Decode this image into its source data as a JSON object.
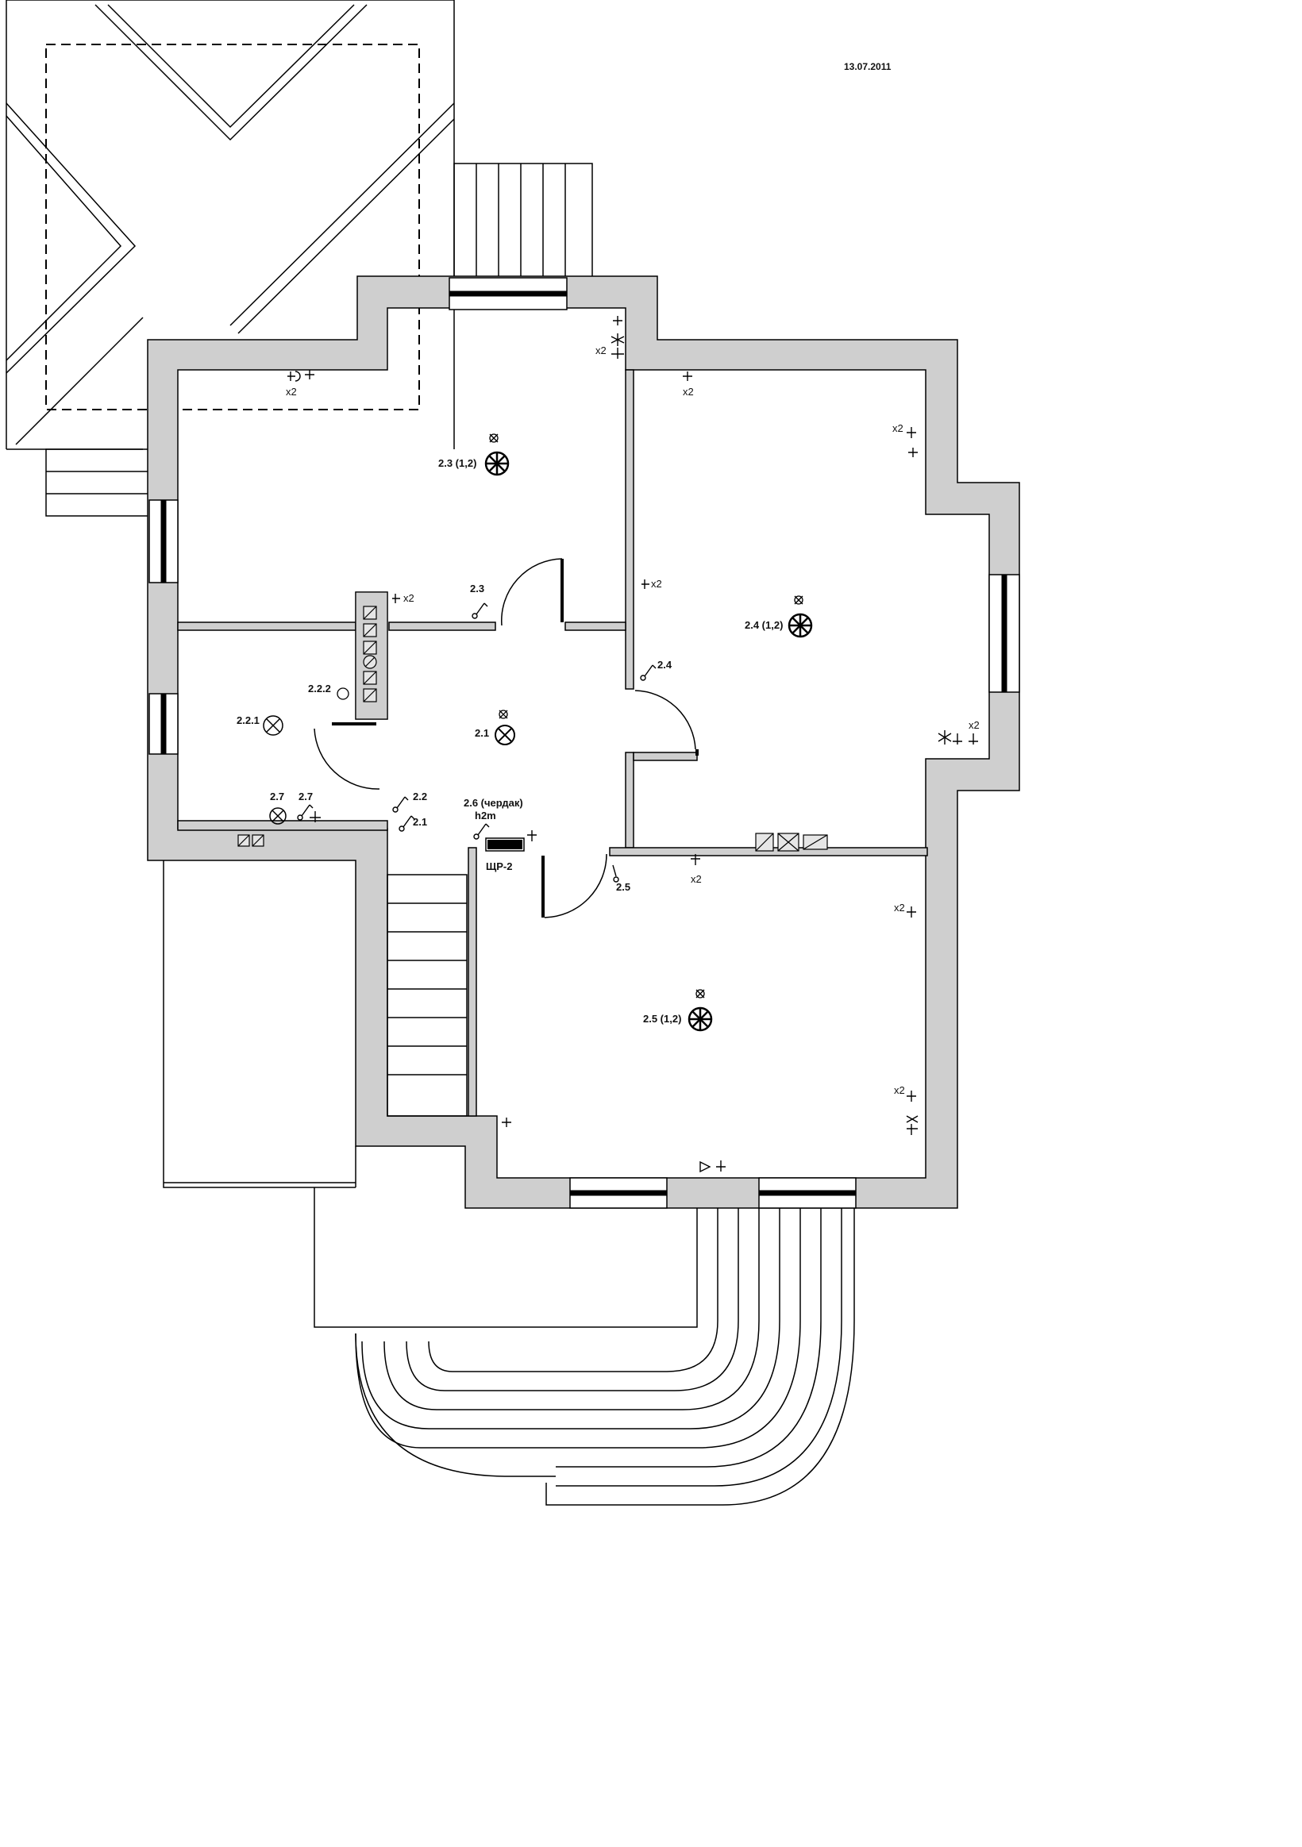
{
  "date": "13.07.2011",
  "panel_label": "ЩР-2",
  "attic_label_line1": "2.6 (чердак)",
  "attic_label_line2": "h2m",
  "labels": {
    "l_23_switch": "2.3",
    "l_24_switch": "2.4",
    "l_25_switch": "2.5",
    "l_22_switch": "2.2",
    "l_21_switch": "2.1",
    "l_222": "2.2.2",
    "l_221": "2.2.1",
    "l_27a": "2.7",
    "l_27b": "2.7",
    "l_21_lamp": "2.1",
    "l_23_lamp": "2.3 (1,2)",
    "l_24_lamp": "2.4 (1,2)",
    "l_25_lamp": "2.5 (1,2)"
  },
  "multipliers": {
    "x1": "x2",
    "x2": "x2",
    "x3": "x2",
    "x4": "x2",
    "x5": "x2",
    "x6": "x2",
    "x7": "x2",
    "x8": "x2",
    "x9": "x2",
    "x10": "x2"
  },
  "colors": {
    "wall": "#cfcfcf",
    "line": "#000000",
    "window": "#000000"
  },
  "icons": [
    "ceiling-lamp-icon",
    "light-switch-icon",
    "socket-icon",
    "ventilation-icon",
    "electrical-panel-icon"
  ]
}
